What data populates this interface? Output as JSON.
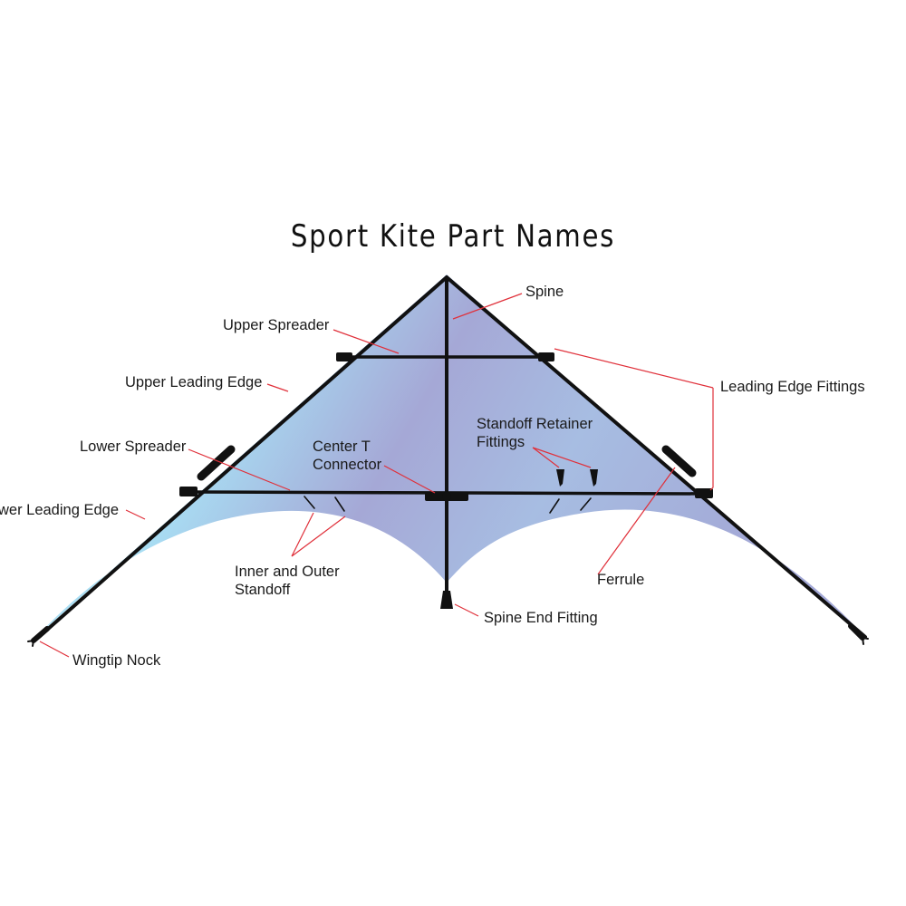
{
  "title": "Sport Kite Part Names",
  "colors": {
    "sail_light": "#a8e0f4",
    "sail_dark": "#a3a6d4",
    "frame": "#111111",
    "leader_line": "#e0303a"
  },
  "labels": {
    "spine": "Spine",
    "upper_spreader": "Upper Spreader",
    "upper_leading_edge": "Upper Leading Edge",
    "leading_edge_fittings": "Leading Edge Fittings",
    "lower_spreader": "Lower Spreader",
    "center_t_connector": [
      "Center T",
      "Connector"
    ],
    "standoff_retainer_fittings": [
      "Standoff Retainer",
      "Fittings"
    ],
    "lower_leading_edge": "Lower Leading Edge",
    "inner_outer_standoff": [
      "Inner and Outer",
      "Standoff"
    ],
    "ferrule": "Ferrule",
    "spine_end_fitting": "Spine End Fitting",
    "wingtip_nock": "Wingtip Nock"
  }
}
